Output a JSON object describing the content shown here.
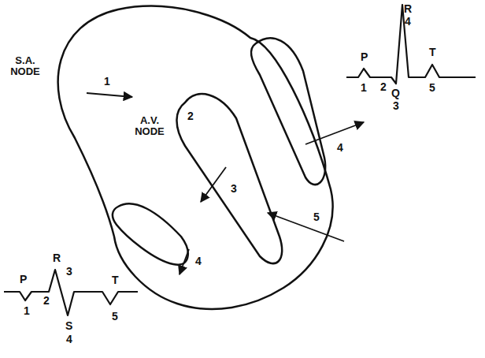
{
  "diagram": {
    "labels": [
      "S.A. NODE",
      "1",
      "A.V. NODE",
      "2",
      "3",
      "4",
      "5",
      "4",
      "P",
      "R",
      "4",
      "1",
      "2",
      "Q",
      "3",
      "T",
      "5",
      "P",
      "R",
      "3",
      "1",
      "2",
      "S",
      "4",
      "T",
      "5"
    ]
  }
}
